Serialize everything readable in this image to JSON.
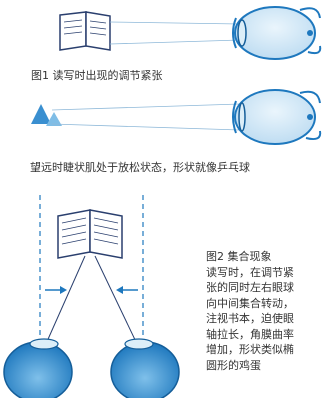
{
  "figure1": {
    "caption": "图1 读写时出现的调节紧张"
  },
  "figure_distance": {
    "caption": "望远时睫状肌处于放松状态，形状就像乒乓球"
  },
  "figure2": {
    "title": "图2 集合现象",
    "lines": [
      "读写时，在调节紧",
      "张的同时左右眼球",
      "向中间集合转动，",
      "注视书本，迫使眼",
      "轴拉长，角膜曲率",
      "增加，形状类似椭",
      "圆形的鸡蛋"
    ]
  },
  "colors": {
    "eye_fill": "#DCEEF8",
    "eye_outline": "#1E78BE",
    "eye_dark": "#155E99",
    "book_outline": "#2A3F6E",
    "triangle_fill": "#3A8FD0",
    "guide_line": "#1E78BE",
    "text": "#333333"
  }
}
